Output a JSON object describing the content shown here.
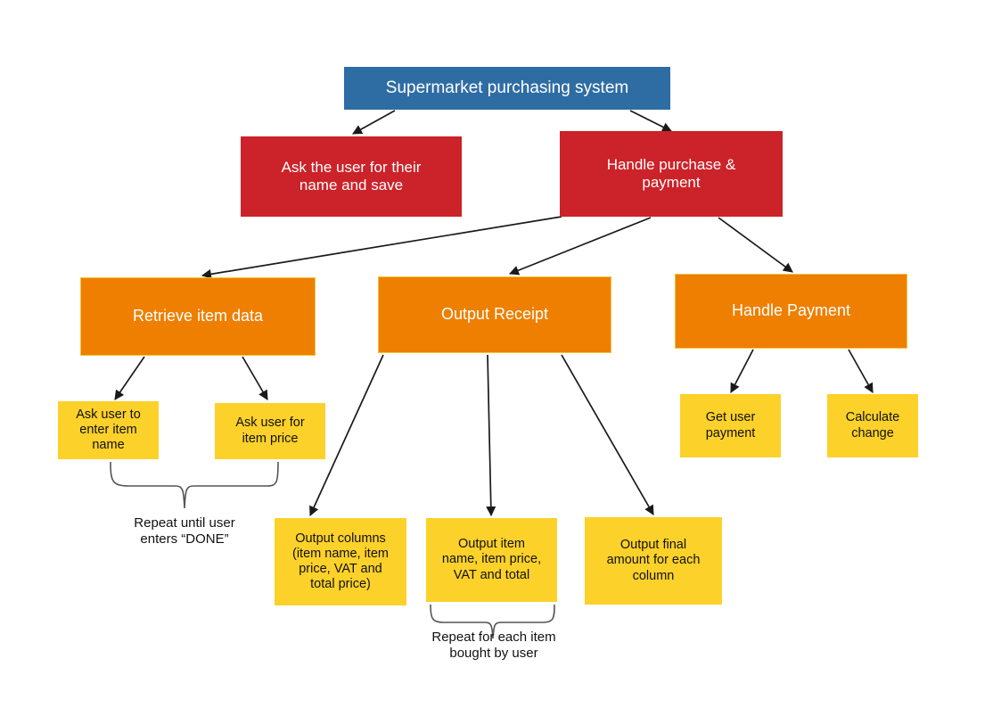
{
  "diagram": {
    "title": "Supermarket purchasing system structure chart",
    "colors": {
      "blue": "#2E6DA4",
      "red": "#CC2229",
      "orange": "#EE7F00",
      "yellow": "#FCD12A",
      "edge": "#1A1A1A",
      "background": "#FFFFFF"
    },
    "nodes": [
      {
        "id": "root",
        "label": "Supermarket purchasing system",
        "level": 0
      },
      {
        "id": "ask-name",
        "label": "Ask the user for their\nname and save",
        "level": 1
      },
      {
        "id": "handle-purchase",
        "label": "Handle purchase &\npayment",
        "level": 1
      },
      {
        "id": "retrieve-item",
        "label": "Retrieve item data",
        "level": 2
      },
      {
        "id": "output-receipt",
        "label": "Output Receipt",
        "level": 2
      },
      {
        "id": "handle-payment",
        "label": "Handle Payment",
        "level": 2
      },
      {
        "id": "ask-item-name",
        "label": "Ask user to\nenter item\nname",
        "level": 3
      },
      {
        "id": "ask-item-price",
        "label": "Ask user for\nitem price",
        "level": 3
      },
      {
        "id": "output-columns",
        "label": "Output columns\n(item name, item\nprice, VAT and\ntotal price)",
        "level": 3
      },
      {
        "id": "output-item-row",
        "label": "Output item\nname, item price,\nVAT and total",
        "level": 3
      },
      {
        "id": "output-final",
        "label": "Output final\namount for each\ncolumn",
        "level": 3
      },
      {
        "id": "get-payment",
        "label": "Get user\npayment",
        "level": 3
      },
      {
        "id": "calc-change",
        "label": "Calculate\nchange",
        "level": 3
      }
    ],
    "captions": [
      {
        "id": "loop-items",
        "label": "Repeat until user\nenters “DONE”"
      },
      {
        "id": "loop-receipt",
        "label": "Repeat for each item\nbought by user"
      }
    ],
    "edges": [
      {
        "from": "root",
        "to": "ask-name"
      },
      {
        "from": "root",
        "to": "handle-purchase"
      },
      {
        "from": "handle-purchase",
        "to": "retrieve-item"
      },
      {
        "from": "handle-purchase",
        "to": "output-receipt"
      },
      {
        "from": "handle-purchase",
        "to": "handle-payment"
      },
      {
        "from": "retrieve-item",
        "to": "ask-item-name"
      },
      {
        "from": "retrieve-item",
        "to": "ask-item-price"
      },
      {
        "from": "output-receipt",
        "to": "output-columns"
      },
      {
        "from": "output-receipt",
        "to": "output-item-row"
      },
      {
        "from": "output-receipt",
        "to": "output-final"
      },
      {
        "from": "handle-payment",
        "to": "get-payment"
      },
      {
        "from": "handle-payment",
        "to": "calc-change"
      }
    ]
  }
}
